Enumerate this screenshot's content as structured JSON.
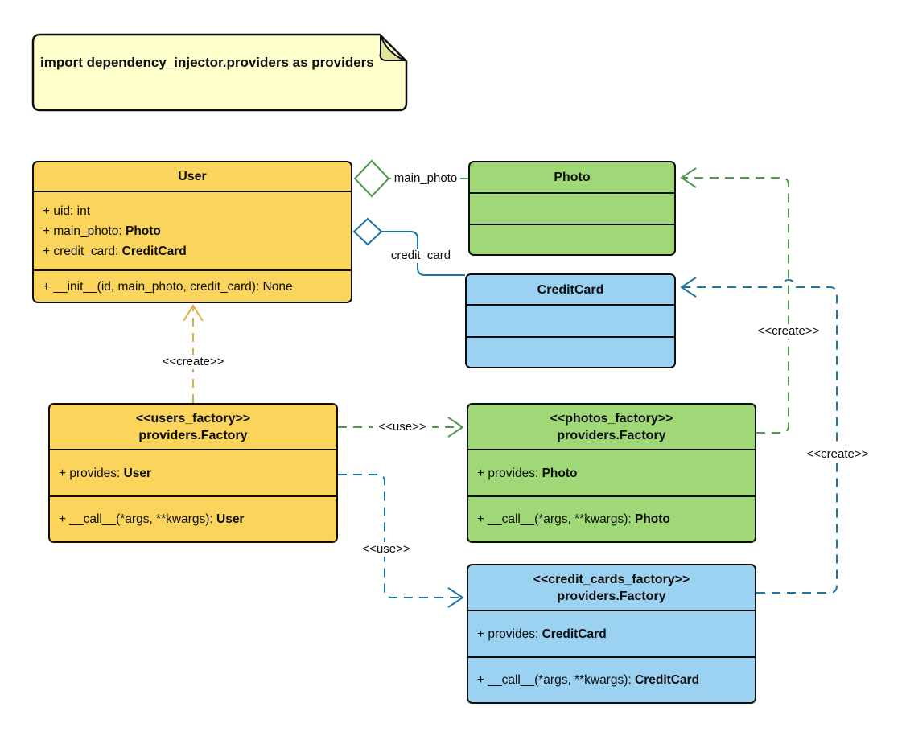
{
  "note": {
    "text": "import dependency_injector.providers as providers"
  },
  "classes": {
    "user": {
      "title": "User",
      "attrs": [
        {
          "text": "+ uid: int",
          "bold": ""
        },
        {
          "text": "+ main_photo: ",
          "bold": "Photo"
        },
        {
          "text": "+ credit_card: ",
          "bold": "CreditCard"
        }
      ],
      "methods": [
        {
          "text": "+ __init__(id, main_photo, credit_card): None",
          "bold": ""
        }
      ]
    },
    "photo": {
      "title": "Photo"
    },
    "credit_card": {
      "title": "CreditCard"
    },
    "users_factory": {
      "stereotype": "<<users_factory>>",
      "title": "providers.Factory",
      "attrs": [
        {
          "text": "+ provides: ",
          "bold": "User"
        }
      ],
      "methods": [
        {
          "text": "+ __call__(*args, **kwargs): ",
          "bold": "User"
        }
      ]
    },
    "photos_factory": {
      "stereotype": "<<photos_factory>>",
      "title": "providers.Factory",
      "attrs": [
        {
          "text": "+ provides: ",
          "bold": "Photo"
        }
      ],
      "methods": [
        {
          "text": "+ __call__(*args, **kwargs): ",
          "bold": "Photo"
        }
      ]
    },
    "credit_cards_factory": {
      "stereotype": "<<credit_cards_factory>>",
      "title": "providers.Factory",
      "attrs": [
        {
          "text": "+ provides: ",
          "bold": "CreditCard"
        }
      ],
      "methods": [
        {
          "text": "+ __call__(*args, **kwargs): ",
          "bold": "CreditCard"
        }
      ]
    }
  },
  "connectors": {
    "main_photo": {
      "label": "main_photo"
    },
    "credit_card": {
      "label": "credit_card"
    },
    "create_user": {
      "label": "<<create>>"
    },
    "use_photos": {
      "label": "<<use>>"
    },
    "use_credit_cards": {
      "label": "<<use>>"
    },
    "create_photo": {
      "label": "<<create>>"
    },
    "create_credit_card": {
      "label": "<<create>>"
    }
  },
  "colors": {
    "class_yellow": "#FBD45C",
    "class_green": "#A0D877",
    "class_blue": "#9BD2F2",
    "note_yellow": "#FFFFCC",
    "note_fold": "#E3E39B",
    "line_green": "#4D994D",
    "line_blue": "#1C75A3",
    "line_yellow": "#E0AC46",
    "border_black": "#0D0D0D"
  }
}
